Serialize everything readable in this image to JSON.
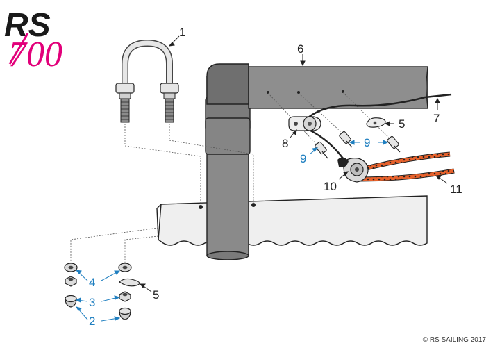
{
  "logo": {
    "rs": "RS",
    "model": "700",
    "accent": "#e2007a"
  },
  "labels": {
    "l1": "1",
    "l2": "2",
    "l3": "3",
    "l4": "4",
    "l5a": "5",
    "l5b": "5",
    "l6": "6",
    "l7": "7",
    "l8": "8",
    "l9a": "9",
    "l9b": "9",
    "l10": "10",
    "l11": "11"
  },
  "copyright": "© RS SAILING 2017",
  "colors": {
    "callout_blue": "#1f7fc0",
    "callout_black": "#222222",
    "rope_orange": "#e8622c",
    "tube_grey": "#8a8a8a"
  }
}
